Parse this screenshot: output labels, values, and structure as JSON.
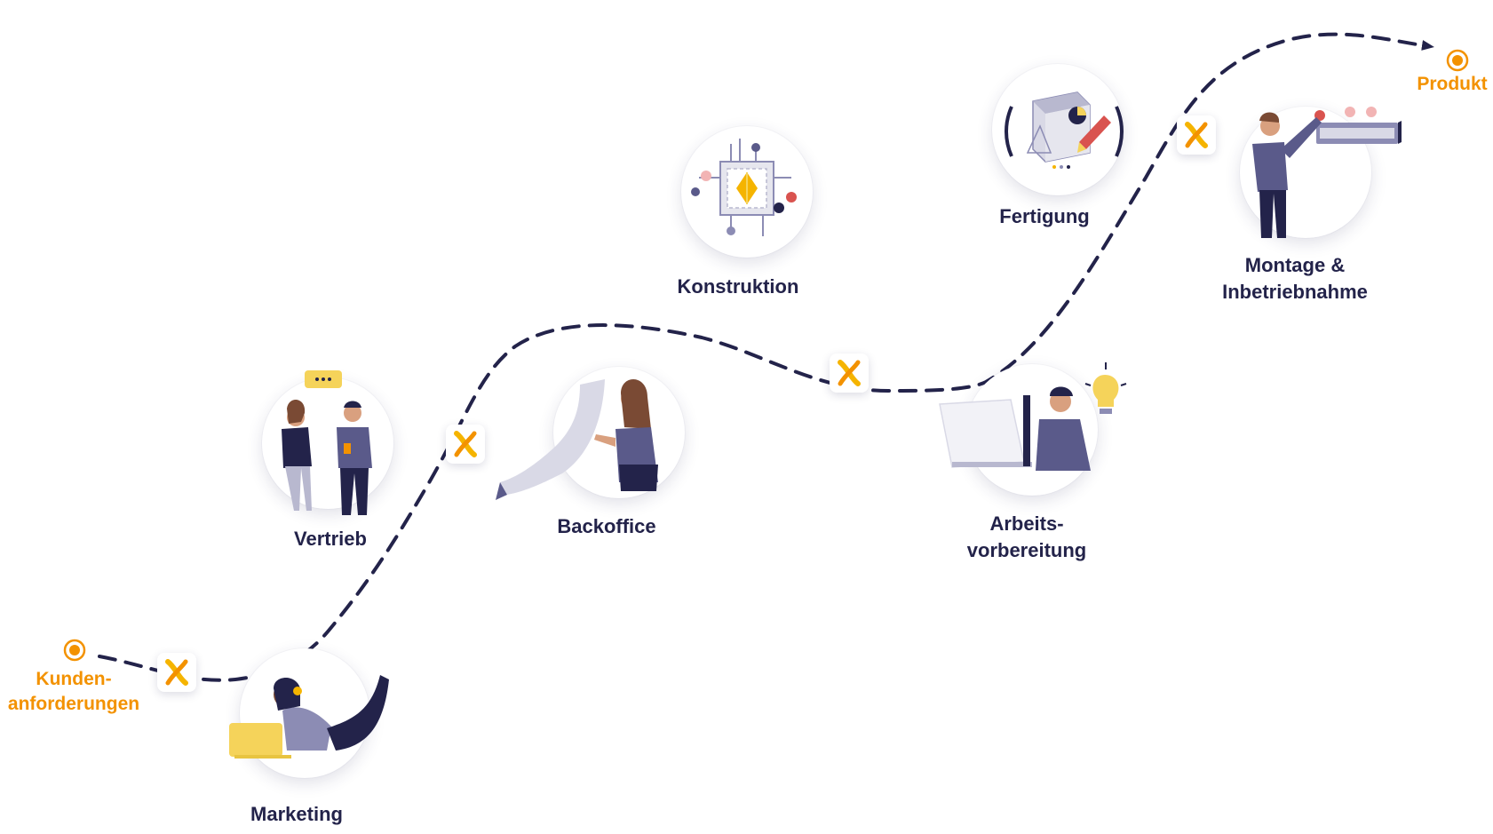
{
  "start": {
    "label_line1": "Kunden-",
    "label_line2": "anforderungen"
  },
  "end": {
    "label": "Produkt"
  },
  "steps": [
    {
      "label": "Marketing"
    },
    {
      "label": "Vertrieb"
    },
    {
      "label": "Backoffice"
    },
    {
      "label": "Konstruktion"
    },
    {
      "label_line1": "Arbeits-",
      "label_line2": "vorbereitung"
    },
    {
      "label": "Fertigung"
    },
    {
      "label_line1": "Montage &",
      "label_line2": "Inbetriebnahme"
    }
  ],
  "colors": {
    "path": "#23234a",
    "accent": "#f39200",
    "logo": "#f5b400",
    "text": "#23234a",
    "figure": "#5a5a8a"
  },
  "icons": {
    "badge": "logo-x-icon",
    "endpoints": "target-icon"
  }
}
